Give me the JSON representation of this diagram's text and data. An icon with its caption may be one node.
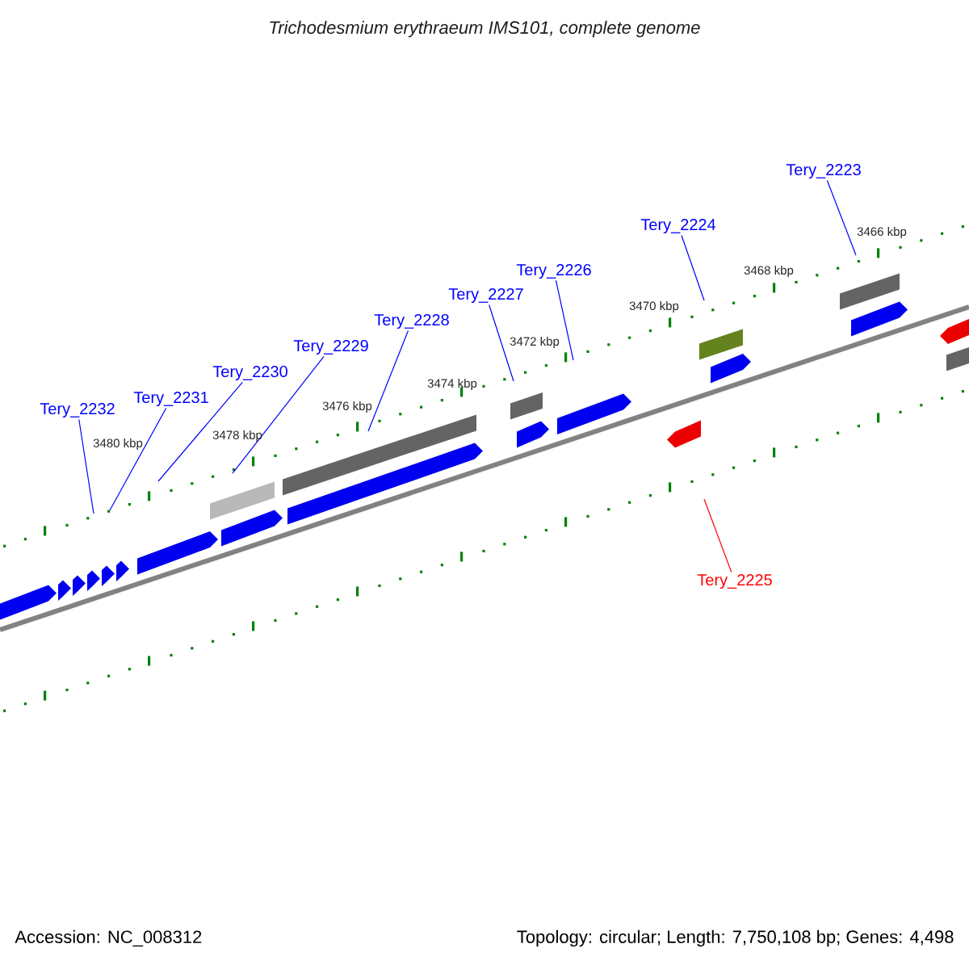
{
  "diagram": {
    "title": "Trichodesmium erythraeum IMS101, complete genome",
    "nodes": [
      {
        "text": [
          "Tery_2232"
        ]
      },
      {
        "text": [
          "Tery_2231"
        ]
      },
      {
        "text": [
          "Tery_2230"
        ]
      },
      {
        "text": [
          "Tery_2229"
        ]
      },
      {
        "text": [
          "Tery_2228"
        ]
      },
      {
        "text": [
          "Tery_2227"
        ]
      },
      {
        "text": [
          "Tery_2226"
        ]
      },
      {
        "text": [
          "Tery_2224"
        ]
      },
      {
        "text": [
          "Tery_2223"
        ]
      },
      {
        "text": [
          "Tery_2225"
        ]
      }
    ],
    "edges": [
      {
        "from": 0,
        "to": null,
        "arrow": "none"
      },
      {
        "from": 1,
        "to": null,
        "arrow": "none"
      },
      {
        "from": 2,
        "to": null,
        "arrow": "none"
      },
      {
        "from": 3,
        "to": null,
        "arrow": "none"
      },
      {
        "from": 4,
        "to": null,
        "arrow": "none"
      },
      {
        "from": 5,
        "to": null,
        "arrow": "none"
      },
      {
        "from": 6,
        "to": null,
        "arrow": "none"
      },
      {
        "from": 7,
        "to": null,
        "arrow": "none"
      },
      {
        "from": 8,
        "to": null,
        "arrow": "none"
      },
      {
        "from": 9,
        "to": null,
        "arrow": "none",
        "color": "#ff0000"
      }
    ],
    "labels": [
      "3480 kbp",
      "3478 kbp",
      "3476 kbp",
      "3474 kbp",
      "3472 kbp",
      "3470 kbp",
      "3468 kbp",
      "3466 kbp",
      "Accession: NC_008312",
      "Topology: circular; Length: 7,750,108 bp; Genes: 4,498"
    ]
  }
}
